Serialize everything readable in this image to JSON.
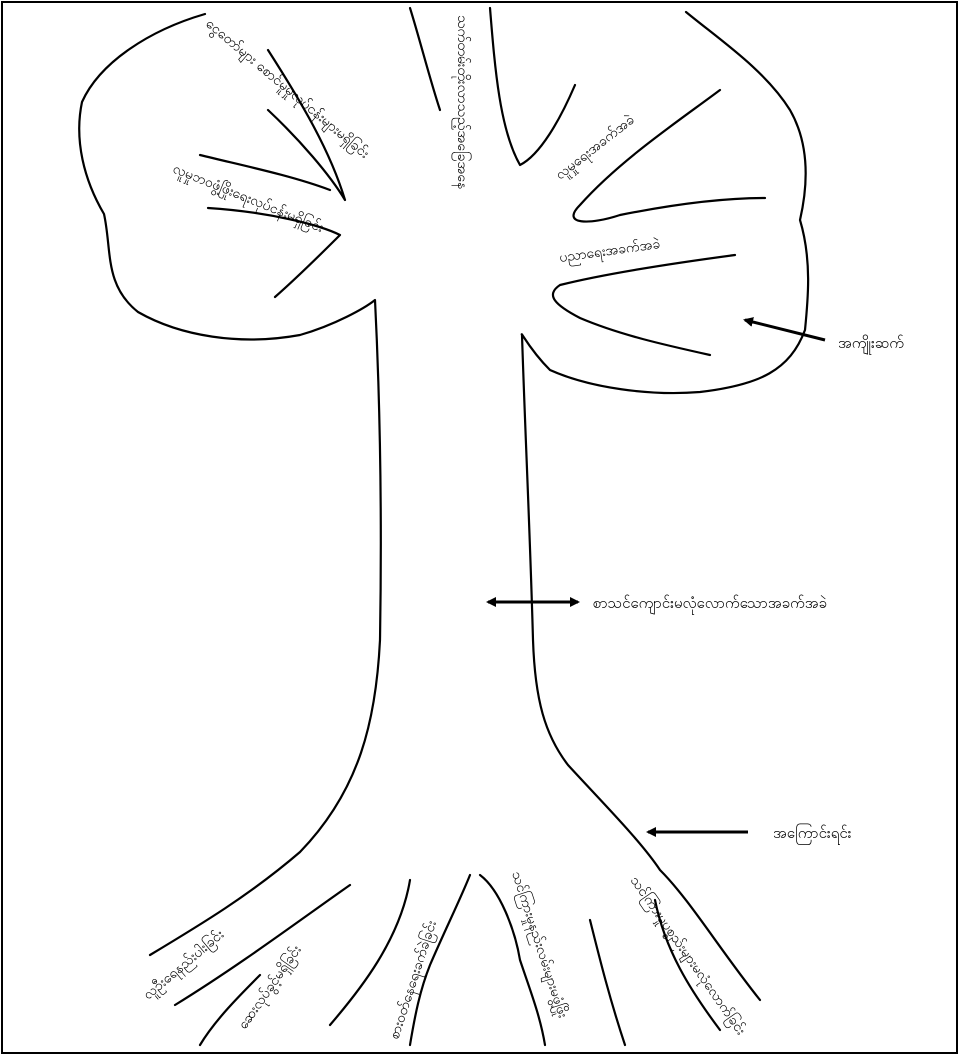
{
  "labels": {
    "canopy_top_left_1": "ငွေတော်များ စောင်မူမှုလုပ်ငန်းများမရှိခြင်း",
    "canopy_top_left_2": "လူမှုဘဝဖွံ့ဖြိုးရေးလုပ်ငန်းမရှိခြင်း",
    "canopy_center": "သက်တမ်းတိုးလာသည့်အခြေအနေ",
    "canopy_right_1": "လူမှုရေးအခက်အခဲ",
    "canopy_right_2": "ပညာရေးအခက်အခဲ",
    "root_1": "လူဦးရေနည်းပါးခြင်း",
    "root_2": "ဆေးလုပ်ခွင့်မရှိခြင်း",
    "root_3": "စားဝတ်နေရေးခက်ခဲခြင်း",
    "root_4": "သင်ကြားမှုနည်းလမ်းများမဖွံ့ဖြိုး",
    "root_5": "သင်ကြားမှုပစ္စည်းများမလုံလောက်ခြင်း"
  },
  "annotations": {
    "effects": "အကျိုးဆက်",
    "core_problem": "စာသင်ကျောင်းမလုံလောက်သောအခက်အခဲ",
    "causes": "အကြောင်းရင်း"
  },
  "colors": {
    "ink": "#000000",
    "background": "#ffffff"
  }
}
